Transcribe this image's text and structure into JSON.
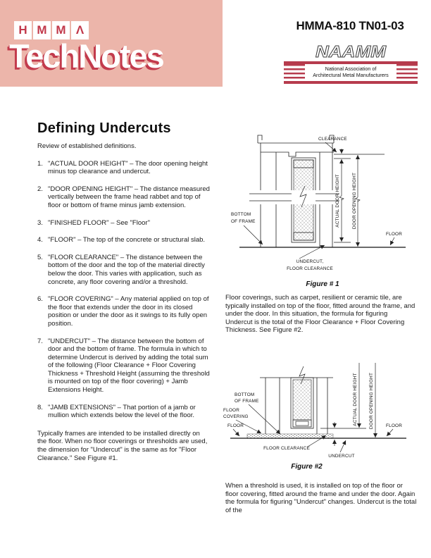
{
  "header": {
    "logo": {
      "letters": [
        "H",
        "M",
        "M",
        "Λ"
      ],
      "wordmark": "TechNotes"
    },
    "doc_number": "HMMA-810 TN01-03",
    "naamm": {
      "acronym": "NAAMM",
      "line1": "National Association of",
      "line2": "Architectural Metal Manufacturers"
    }
  },
  "colors": {
    "masthead_pink": "#ecb5aa",
    "brand_red": "#c23a4c",
    "naamm_red": "#b63b4d"
  },
  "title": "Defining Undercuts",
  "intro": "Review of established definitions.",
  "definitions": [
    {
      "num": "1.",
      "text": "\"ACTUAL DOOR HEIGHT\" – The door opening height minus top clearance and undercut."
    },
    {
      "num": "2.",
      "text": "\"DOOR OPENING HEIGHT\" – The distance measured vertically between the frame head rabbet and top of floor or bottom of frame minus jamb extension."
    },
    {
      "num": "3.",
      "text": "\"FINISHED FLOOR\" – See \"Floor\""
    },
    {
      "num": "4.",
      "text": "\"FLOOR\" – The top of the concrete or structural slab."
    },
    {
      "num": "5.",
      "text": "\"FLOOR CLEARANCE\" – The distance between the bottom of the door and the top of the material directly below the door. This varies with application, such as concrete, any floor covering and/or a threshold."
    },
    {
      "num": "6.",
      "text": "\"FLOOR COVERING\" – Any material applied on top of the floor that extends under the door in its closed position or under the door as it swings to its fully open position."
    },
    {
      "num": "7.",
      "text": "\"UNDERCUT\" – The distance between the bottom of door and the bottom of frame. The formula in which to determine Undercut is derived by adding the total sum of the following (Floor Clearance + Floor Covering Thickness + Threshold Height (assuming the threshold is mounted on top of the floor covering) + Jamb Extensions Height."
    },
    {
      "num": "8.",
      "text": "\"JAMB EXTENSIONS\" – That portion of a jamb or mullion which extends below the level of the floor."
    }
  ],
  "left_footer": "Typically frames are intended to be installed directly on the floor. When no floor coverings or thresholds are used, the dimension for \"Undercut\" is the same as for \"Floor Clearance.\" See Figure #1.",
  "figure1": {
    "caption": "Figure # 1",
    "labels": {
      "clearance": "CLEARANCE",
      "actual_door_height": "ACTUAL DOOR HEIGHT",
      "door_opening_height": "DOOR OPENING HEIGHT",
      "bottom_of_frame_line1": "BOTTOM",
      "bottom_of_frame_line2": "OF FRAME",
      "floor": "FLOOR",
      "undercut_line1": "UNDERCUT,",
      "undercut_line2": "FLOOR CLEARANCE"
    }
  },
  "figure1_text": "Floor coverings, such as carpet, resilient or ceramic tile, are typically installed on top of the floor, fitted around the frame, and under the door. In this situation, the formula for figuring Undercut is the total of the Floor Clearance + Floor Covering Thickness. See Figure #2.",
  "figure2": {
    "caption": "Figure #2",
    "labels": {
      "bottom_of_frame_line1": "BOTTOM",
      "bottom_of_frame_line2": "OF FRAME",
      "floor_covering_line1": "FLOOR",
      "floor_covering_line2": "COVERING",
      "floor_left": "FLOOR",
      "actual_door_height": "ACTUAL DOOR HEIGHT",
      "door_opening_height": "DOOR OPENING HEIGHT",
      "floor_right": "FLOOR",
      "floor_clearance": "FLOOR CLEARANCE",
      "undercut": "UNDERCUT"
    }
  },
  "figure2_text": "When a threshold is used, it is installed on top of the floor or floor covering, fitted around the frame and under the door. Again the formula for figuring \"Undercut\" changes. Undercut is the total of the"
}
